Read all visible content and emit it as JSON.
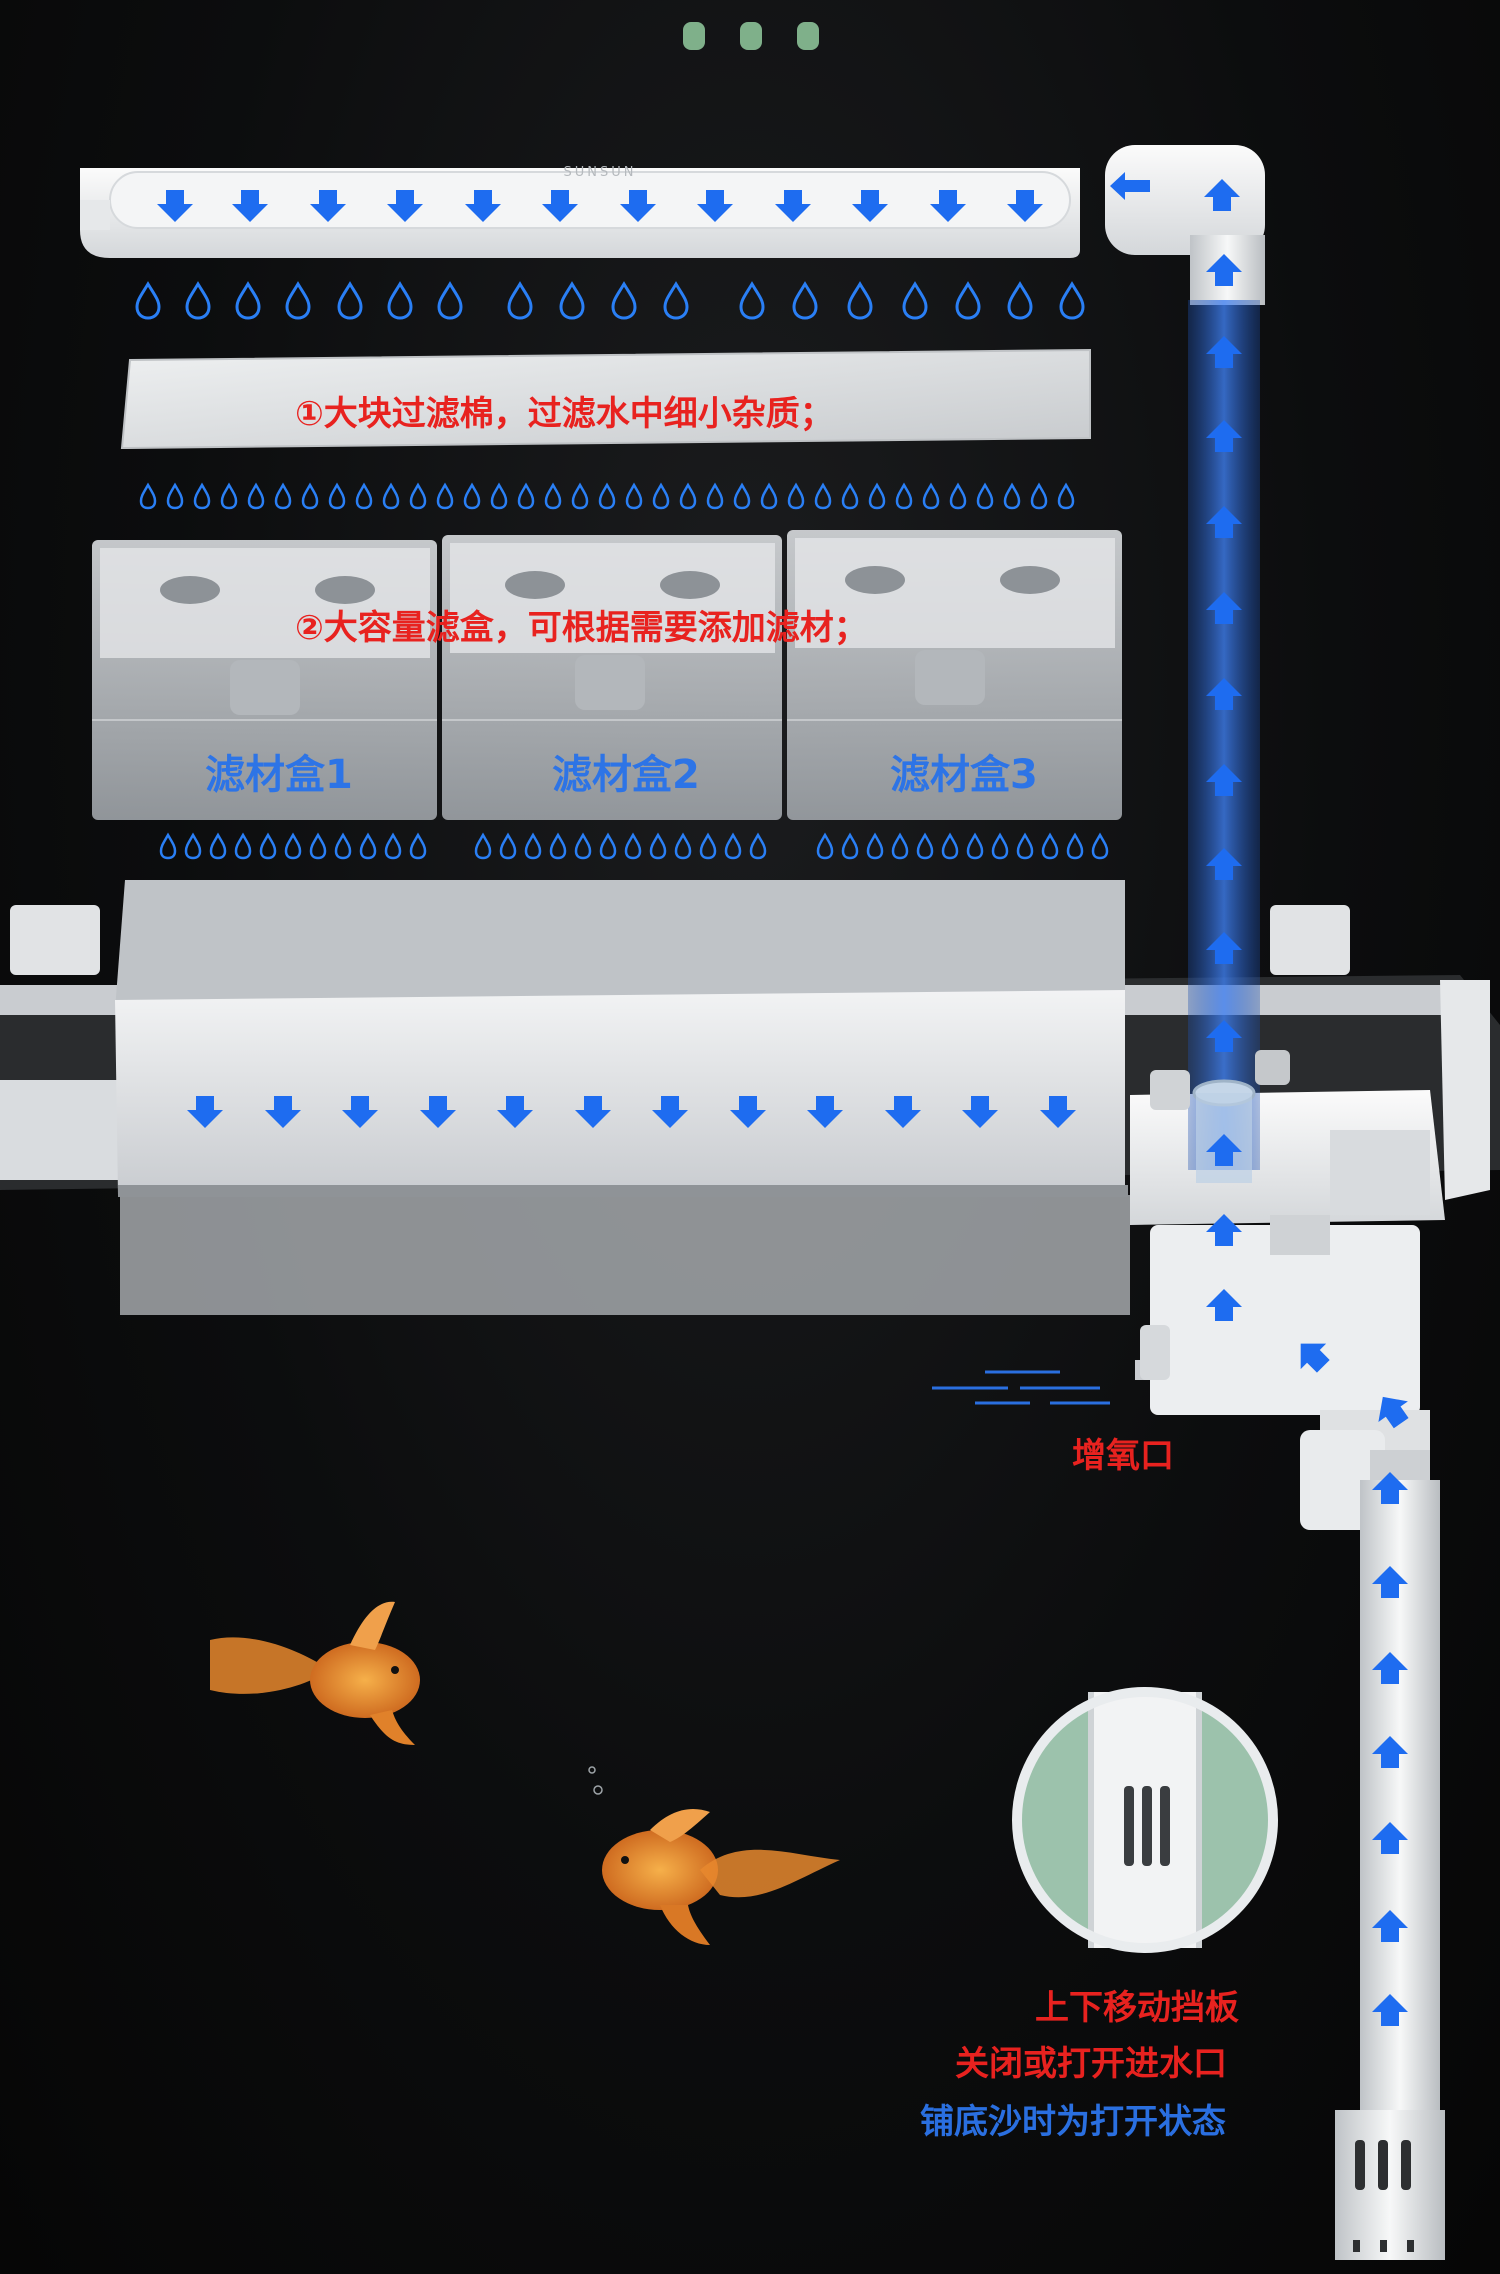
{
  "brand": "SUNSUN",
  "labels": {
    "sponge": "①大块过滤棉，过滤水中细小杂质；",
    "boxes": "②大容量滤盒，可根据需要添加滤材；",
    "box1": "滤材盒1",
    "box2": "滤材盒2",
    "box3": "滤材盒3",
    "oxygen": "增氧口",
    "baffle_line1": "上下移动挡板",
    "baffle_line2": "关闭或打开进水口",
    "baffle_line3": "铺底沙时为打开状态"
  },
  "colors": {
    "arrow": "#1e6cf0",
    "droplet": "#2a7ff5",
    "label_red": "#e8221f",
    "label_blue": "#2a6fe0",
    "background": "#0c0d0e",
    "fish": "#e8882e"
  },
  "icons": {
    "page_dots": "page-indicator-dots",
    "flow_arrow": "arrow-icon",
    "water_drop": "water-drop-icon"
  }
}
